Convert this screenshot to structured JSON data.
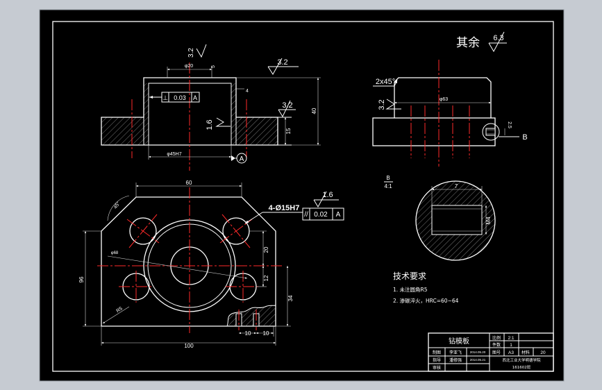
{
  "colors": {
    "background": "#c6cbd2",
    "sheet": "#000000",
    "line": "#ffffff",
    "center_line": "#ff2a2a",
    "hatch": "#9c9c9c"
  },
  "drawing": {
    "note": {
      "label": "其余",
      "value": "6.3"
    },
    "front_view": {
      "roughness_left": "3.2",
      "dia_top": "φ20",
      "dim_5": "5",
      "roughness_top": "3.2",
      "perp_tolerance": {
        "symbol": "⊥",
        "value": "0.03",
        "datum": "A"
      },
      "dim_4": "4",
      "roughness_right": "3.2",
      "dim_40": "40",
      "roughness_bore": "1.6",
      "dim_15": "15",
      "bore_dia": "φ45H7",
      "datum": "A"
    },
    "side_view": {
      "chamfer": "2x45°",
      "dia": "φ63",
      "roughness": "3.2",
      "dim_small": "2.5",
      "detail_label": "B"
    },
    "detail_b": {
      "label": "B",
      "scale": "4:1",
      "depth": "7",
      "thread": "M4"
    },
    "plan_view": {
      "dim_60": "60",
      "angle": "45°",
      "holes": "4-Ø15H7",
      "roughness": "1.6",
      "parallel_tolerance": {
        "symbol": "//",
        "value": "0.02",
        "datum": "A"
      },
      "dia_pcd": "φ68",
      "dim_20": "20",
      "dim_12": "12",
      "dim_34": "34",
      "radius": "R5",
      "dim_96": "96",
      "dim_100": "100",
      "dim_10a": "10",
      "dim_10b": "10"
    },
    "tech_requirements": {
      "title": "技术要求",
      "items": [
        "1. 未注圆角R5",
        "2. 渗碳淬火，HRC=60~64"
      ]
    }
  },
  "title_block": {
    "part_name": "钻模板",
    "scale_label": "比例",
    "scale": "2:1",
    "quantity_label": "件数",
    "quantity": "1",
    "drawing_no_label": "图号",
    "drawing_no": "A3",
    "material_label": "材料",
    "material": "20",
    "rows": [
      {
        "role": "制图",
        "name": "李亚飞",
        "date": "2014.05.20"
      },
      {
        "role": "指导",
        "name": "潘修强",
        "date": "2014.05.21"
      },
      {
        "role": "审核"
      }
    ],
    "school": "西北工业大学明德学院",
    "class": "161602班"
  }
}
